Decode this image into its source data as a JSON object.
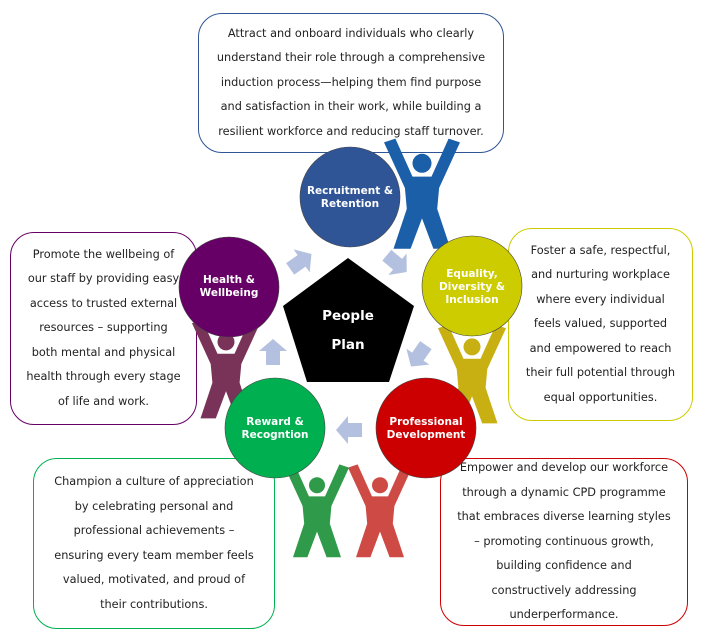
{
  "center": {
    "line1": "People",
    "line2": "Plan"
  },
  "themes": [
    {
      "key": "recruitment",
      "label": "Recruitment & Retention",
      "color": "#2f5597",
      "figure_color": "#1a5fa8",
      "description": "Attract and onboard individuals who clearly understand their role through a comprehensive induction process—helping them find purpose and satisfaction in their work, while building a resilient workforce and reducing staff turnover."
    },
    {
      "key": "edi",
      "label": "Equality, Diversity & Inclusion",
      "color": "#cccc00",
      "figure_color": "#c9b012",
      "description": "Foster a safe, respectful, and nurturing workplace where every individual feels valued, supported and empowered to reach their full potential through equal opportunities."
    },
    {
      "key": "professional",
      "label": "Professional Development",
      "color": "#cc0000",
      "figure_color": "#cd4a45",
      "description": "Empower and develop our workforce through a dynamic CPD programme that embraces diverse learning styles – promoting continuous growth, building confidence and constructively addressing underperformance."
    },
    {
      "key": "reward",
      "label": "Reward & Recogntion",
      "color": "#00b050",
      "figure_color": "#2e9a4a",
      "description": "Champion a culture of appreciation by celebrating personal and professional achievements – ensuring every team member feels valued, motivated, and proud of their contributions."
    },
    {
      "key": "health",
      "label": "Health & Wellbeing",
      "color": "#660066",
      "figure_color": "#7a3358",
      "description": "Promote the wellbeing of our staff by providing easy access to trusted external resources – supporting both mental and physical health through every stage of life and work."
    }
  ],
  "arrow_color": "#b4c0e0"
}
